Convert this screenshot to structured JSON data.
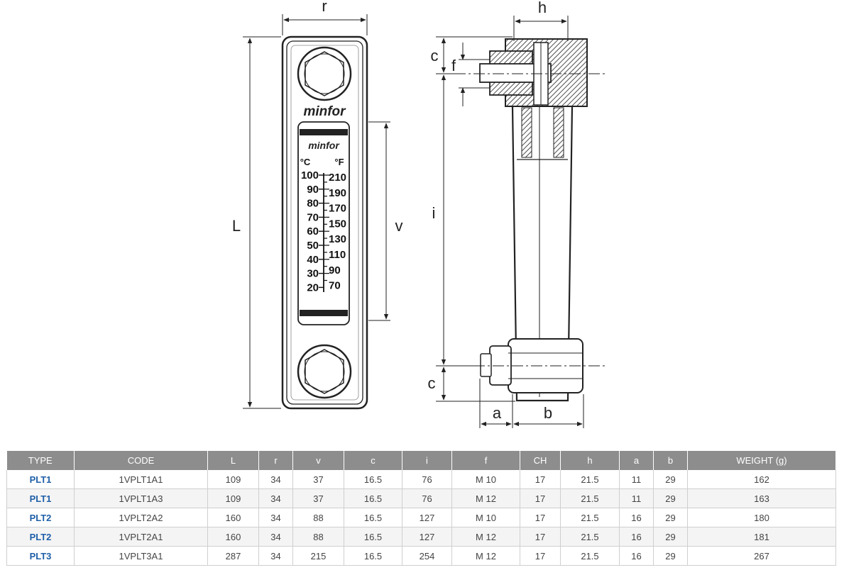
{
  "drawing": {
    "dimensions": {
      "r": "r",
      "L": "L",
      "v": "v",
      "h": "h",
      "c_top": "c",
      "f": "f",
      "i": "i",
      "c_bottom": "c",
      "a": "a",
      "b": "b"
    },
    "logo_top": "minfor",
    "logo_scale": "minfor",
    "unit_c": "°C",
    "unit_f": "°F",
    "celsius": [
      "100",
      "90",
      "80",
      "70",
      "60",
      "50",
      "40",
      "30",
      "20"
    ],
    "fahrenheit": [
      "210",
      "190",
      "170",
      "150",
      "130",
      "110",
      "90",
      "70"
    ]
  },
  "table": {
    "headers": [
      "TYPE",
      "CODE",
      "L",
      "r",
      "v",
      "c",
      "i",
      "f",
      "CH",
      "h",
      "a",
      "b",
      "WEIGHT (g)"
    ],
    "rows": [
      [
        "PLT1",
        "1VPLT1A1",
        "109",
        "34",
        "37",
        "16.5",
        "76",
        "M 10",
        "17",
        "21.5",
        "11",
        "29",
        "162"
      ],
      [
        "PLT1",
        "1VPLT1A3",
        "109",
        "34",
        "37",
        "16.5",
        "76",
        "M 12",
        "17",
        "21.5",
        "11",
        "29",
        "163"
      ],
      [
        "PLT2",
        "1VPLT2A2",
        "160",
        "34",
        "88",
        "16.5",
        "127",
        "M 10",
        "17",
        "21.5",
        "16",
        "29",
        "180"
      ],
      [
        "PLT2",
        "1VPLT2A1",
        "160",
        "34",
        "88",
        "16.5",
        "127",
        "M 12",
        "17",
        "21.5",
        "16",
        "29",
        "181"
      ],
      [
        "PLT3",
        "1VPLT3A1",
        "287",
        "34",
        "215",
        "16.5",
        "254",
        "M 12",
        "17",
        "21.5",
        "16",
        "29",
        "267"
      ]
    ]
  }
}
